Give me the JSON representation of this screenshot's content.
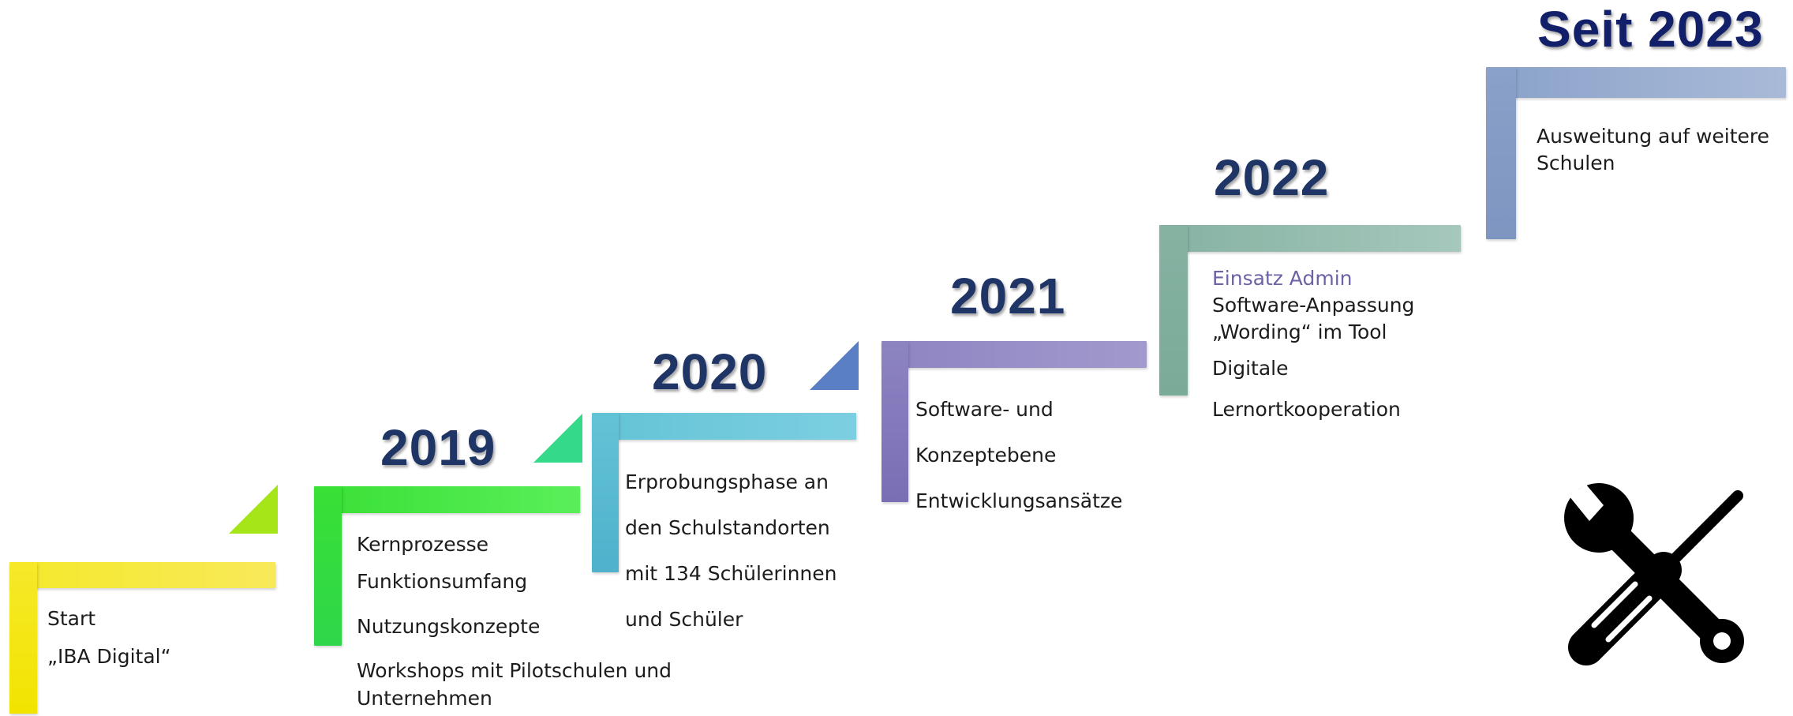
{
  "steps": [
    {
      "id": "start",
      "year": "",
      "lines": [
        "Start",
        "„IBA Digital“"
      ],
      "color": "#f2e41a",
      "accent": "#a6e619"
    },
    {
      "id": "2019",
      "year": "2019",
      "lines": [
        "Kernprozesse",
        "Funktionsumfang",
        "Nutzungskonzepte",
        "Workshops mit Pilotschulen und",
        "Unternehmen"
      ],
      "color": "#3ee33e",
      "accent": "#34d98a"
    },
    {
      "id": "2020",
      "year": "2020",
      "lines": [
        "Erprobungsphase an",
        "den Schulstandorten",
        "mit 134 Schülerinnen",
        "und Schüler"
      ],
      "color": "#6ec6d8",
      "accent": "#5b7fc4"
    },
    {
      "id": "2021",
      "year": "2021",
      "lines": [
        "Software- und",
        "Konzeptebene",
        "Entwicklungsansätze"
      ],
      "color": "#9189c6"
    },
    {
      "id": "2022",
      "year": "2022",
      "highlight": "Einsatz Admin",
      "highlight_color": "#6e62a6",
      "lines": [
        "Software-Anpassung",
        "„Wording“ im Tool",
        "Digitale",
        "Lernortkooperation"
      ],
      "color": "#8fb7a8"
    },
    {
      "id": "2023",
      "year": "Seit 2023",
      "lines": [
        "Ausweitung auf weitere",
        "Schulen"
      ],
      "color": "#90a8cc"
    }
  ],
  "icon": "wrench-screwdriver-icon"
}
